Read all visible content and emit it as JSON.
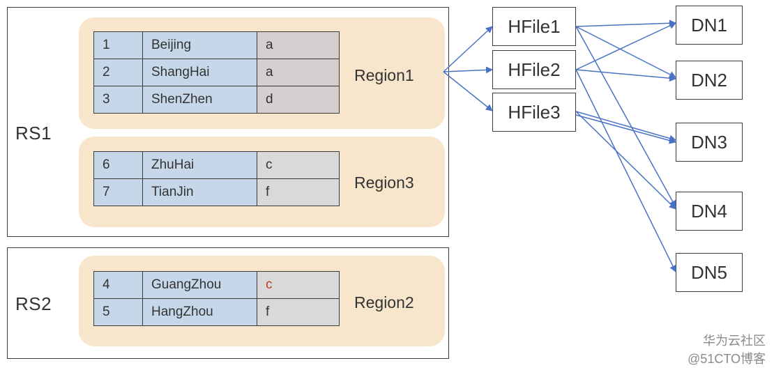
{
  "servers": [
    {
      "label": "RS1",
      "regions": [
        {
          "label": "Region1",
          "rows": [
            {
              "id": "1",
              "city": "Beijing",
              "val": "a"
            },
            {
              "id": "2",
              "city": "ShangHai",
              "val": "a"
            },
            {
              "id": "3",
              "city": "ShenZhen",
              "val": "d"
            }
          ]
        },
        {
          "label": "Region3",
          "rows": [
            {
              "id": "6",
              "city": "ZhuHai",
              "val": "c"
            },
            {
              "id": "7",
              "city": "TianJin",
              "val": "f"
            }
          ]
        }
      ]
    },
    {
      "label": "RS2",
      "regions": [
        {
          "label": "Region2",
          "rows": [
            {
              "id": "4",
              "city": "GuangZhou",
              "val": "c"
            },
            {
              "id": "5",
              "city": "HangZhou",
              "val": "f"
            }
          ]
        }
      ]
    }
  ],
  "hfiles": [
    "HFile1",
    "HFile2",
    "HFile3"
  ],
  "datanodes": [
    "DN1",
    "DN2",
    "DN3",
    "DN4",
    "DN5"
  ],
  "colors": {
    "region_bg": "#f8e6cc",
    "key_cell": "#c7d7ea",
    "value_cell": "#d9d9d9",
    "arrow": "#4a72c4",
    "highlight_text": "#c0392b"
  },
  "watermark": {
    "line1": "华为云社区",
    "line2": "@51CTO博客"
  }
}
